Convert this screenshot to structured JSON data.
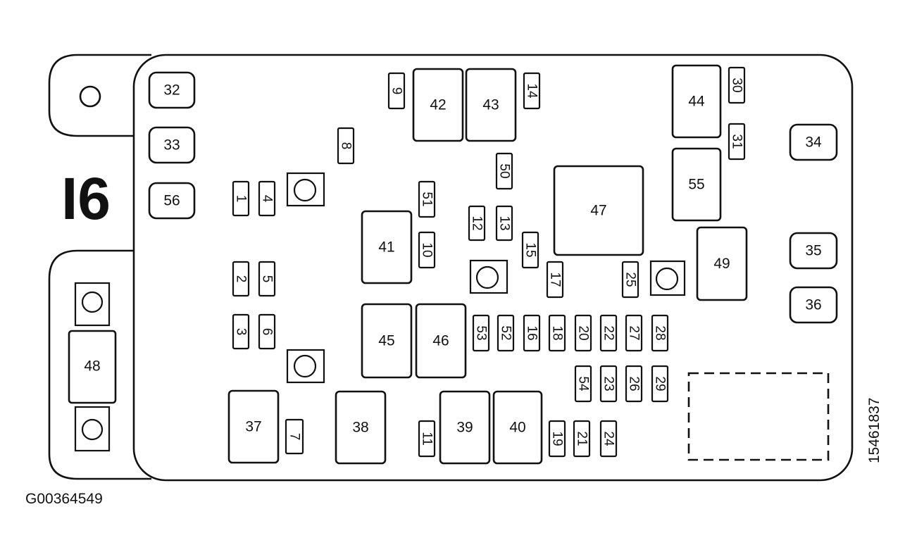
{
  "diagram": {
    "block_id": "I6",
    "figure_code": "G00364549",
    "part_number": "15461837",
    "mini_fuses_vertical": [
      "1",
      "2",
      "3",
      "4",
      "5",
      "6",
      "7",
      "8",
      "9",
      "10",
      "11",
      "12",
      "13",
      "14",
      "15",
      "16",
      "17",
      "18",
      "19",
      "20",
      "21",
      "22",
      "23",
      "24",
      "25",
      "26",
      "27",
      "28",
      "29",
      "30",
      "31",
      "50",
      "51",
      "52",
      "53",
      "54"
    ],
    "square_fuses": [
      "32",
      "33",
      "34",
      "35",
      "36",
      "56"
    ],
    "relays": [
      "37",
      "38",
      "39",
      "40",
      "41",
      "42",
      "43",
      "44",
      "45",
      "46",
      "47",
      "49",
      "55"
    ],
    "mega_fuse": "48"
  }
}
